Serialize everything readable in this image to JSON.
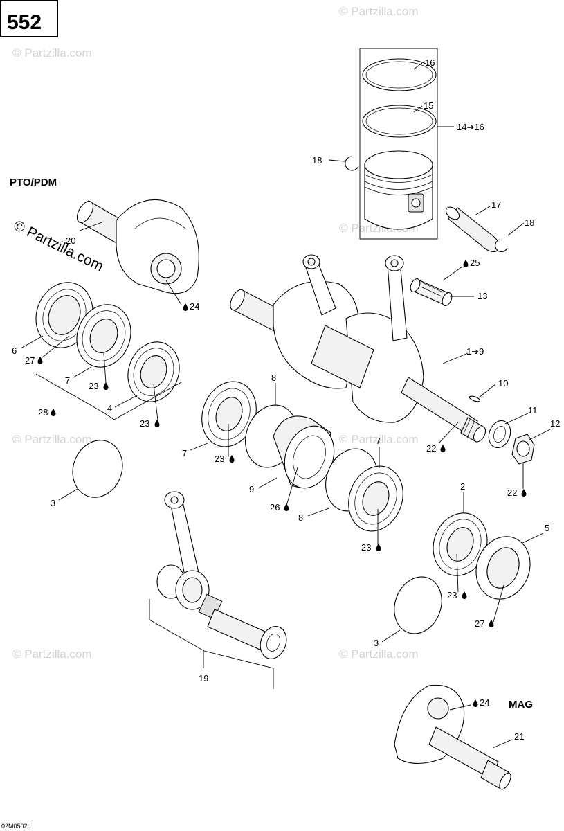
{
  "page_number": "552",
  "drawing_code": "02M0502b",
  "section_labels": {
    "pto": "PTO/PDM",
    "mag": "MAG"
  },
  "watermarks": {
    "main": "© Partzilla.com",
    "faint": "© Partzilla.com"
  },
  "callouts": {
    "c1_9": "1➔9",
    "c2": "2",
    "c3a": "3",
    "c3b": "3",
    "c4": "4",
    "c5": "5",
    "c6": "6",
    "c7a": "7",
    "c7b": "7",
    "c7c": "7",
    "c8a": "8",
    "c8b": "8",
    "c9": "9",
    "c10": "10",
    "c11": "11",
    "c12": "12",
    "c13": "13",
    "c14_16": "14➔16",
    "c15": "15",
    "c16": "16",
    "c17": "17",
    "c18a": "18",
    "c18b": "18",
    "c19": "19",
    "c20": "20",
    "c21": "21",
    "c22a": "22",
    "c22b": "22",
    "c23a": "23",
    "c23b": "23",
    "c23c": "23",
    "c23d": "23",
    "c23e": "23",
    "c24a": "24",
    "c24b": "24",
    "c25": "25",
    "c26": "26",
    "c27a": "27",
    "c27b": "27",
    "c28": "28"
  }
}
